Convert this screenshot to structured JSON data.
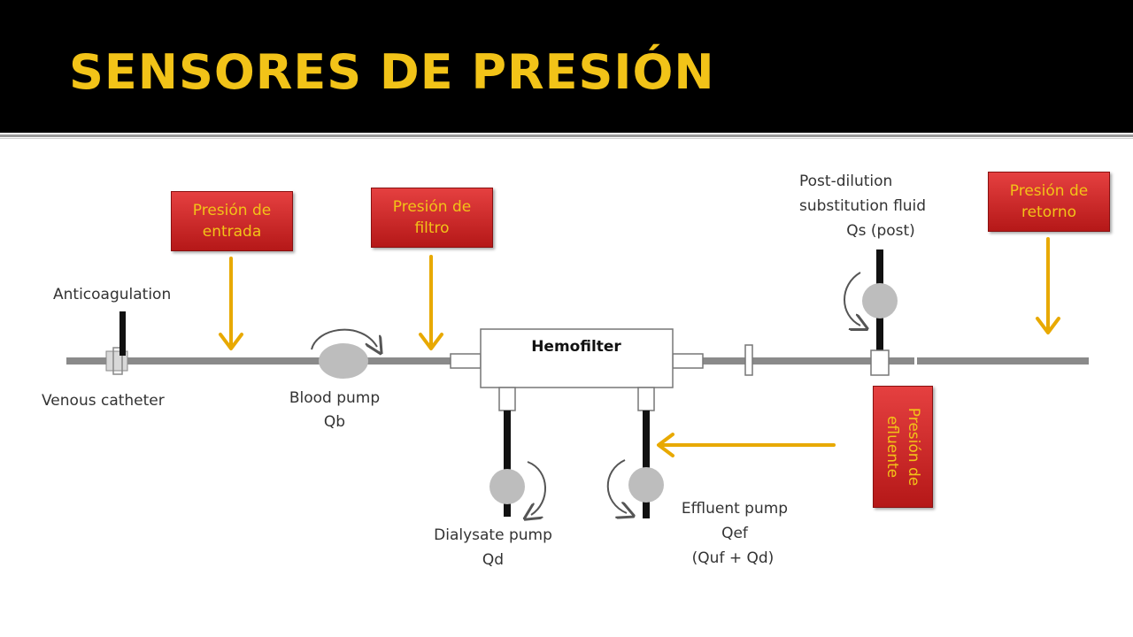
{
  "slide": {
    "title": "SENSORES DE PRESIÓN"
  },
  "labels": {
    "entrada_line1": "Presión de",
    "entrada_line2": "entrada",
    "filtro_line1": "Presión de",
    "filtro_line2": "filtro",
    "retorno_line1": "Presión de",
    "retorno_line2": "retorno",
    "efluente_line1": "Presión de",
    "efluente_line2": "efluente"
  },
  "diagram": {
    "anticoagulation": "Anticoagulation",
    "venous_catheter": "Venous catheter",
    "blood_pump_line1": "Blood pump",
    "blood_pump_line2": "Qb",
    "hemofilter": "Hemofilter",
    "dialysate_line1": "Dialysate pump",
    "dialysate_line2": "Qd",
    "effluent_line1": "Effluent pump",
    "effluent_line2": "Qef",
    "effluent_line3": "(Quf + Qd)",
    "post_line1": "Post-dilution",
    "post_line2": "substitution fluid",
    "post_line3": "Qs (post)"
  },
  "colors": {
    "arrow": "#e8a900",
    "label_bg": "#cc2424",
    "label_text": "#f2c318",
    "title_text": "#f2c318"
  }
}
